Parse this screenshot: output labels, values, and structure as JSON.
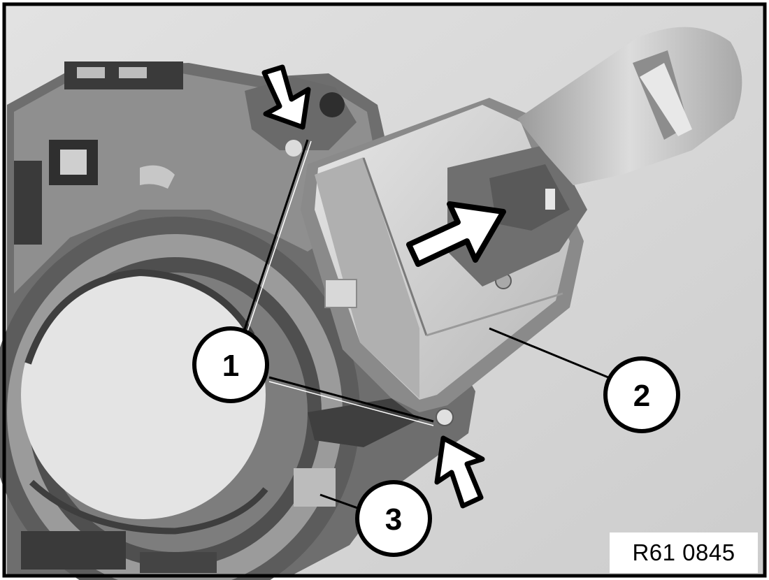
{
  "figure": {
    "reference": "R61 0845",
    "callouts": [
      {
        "id": "callout-1",
        "label": "1"
      },
      {
        "id": "callout-2",
        "label": "2"
      },
      {
        "id": "callout-3",
        "label": "3"
      }
    ]
  },
  "colors": {
    "background": "#d9d9d9",
    "frame": "#000000",
    "part_dark": "#4a4a4a",
    "part_mid": "#8c8c8c",
    "part_light": "#c4c4c4",
    "callout_fill": "#ffffff"
  }
}
